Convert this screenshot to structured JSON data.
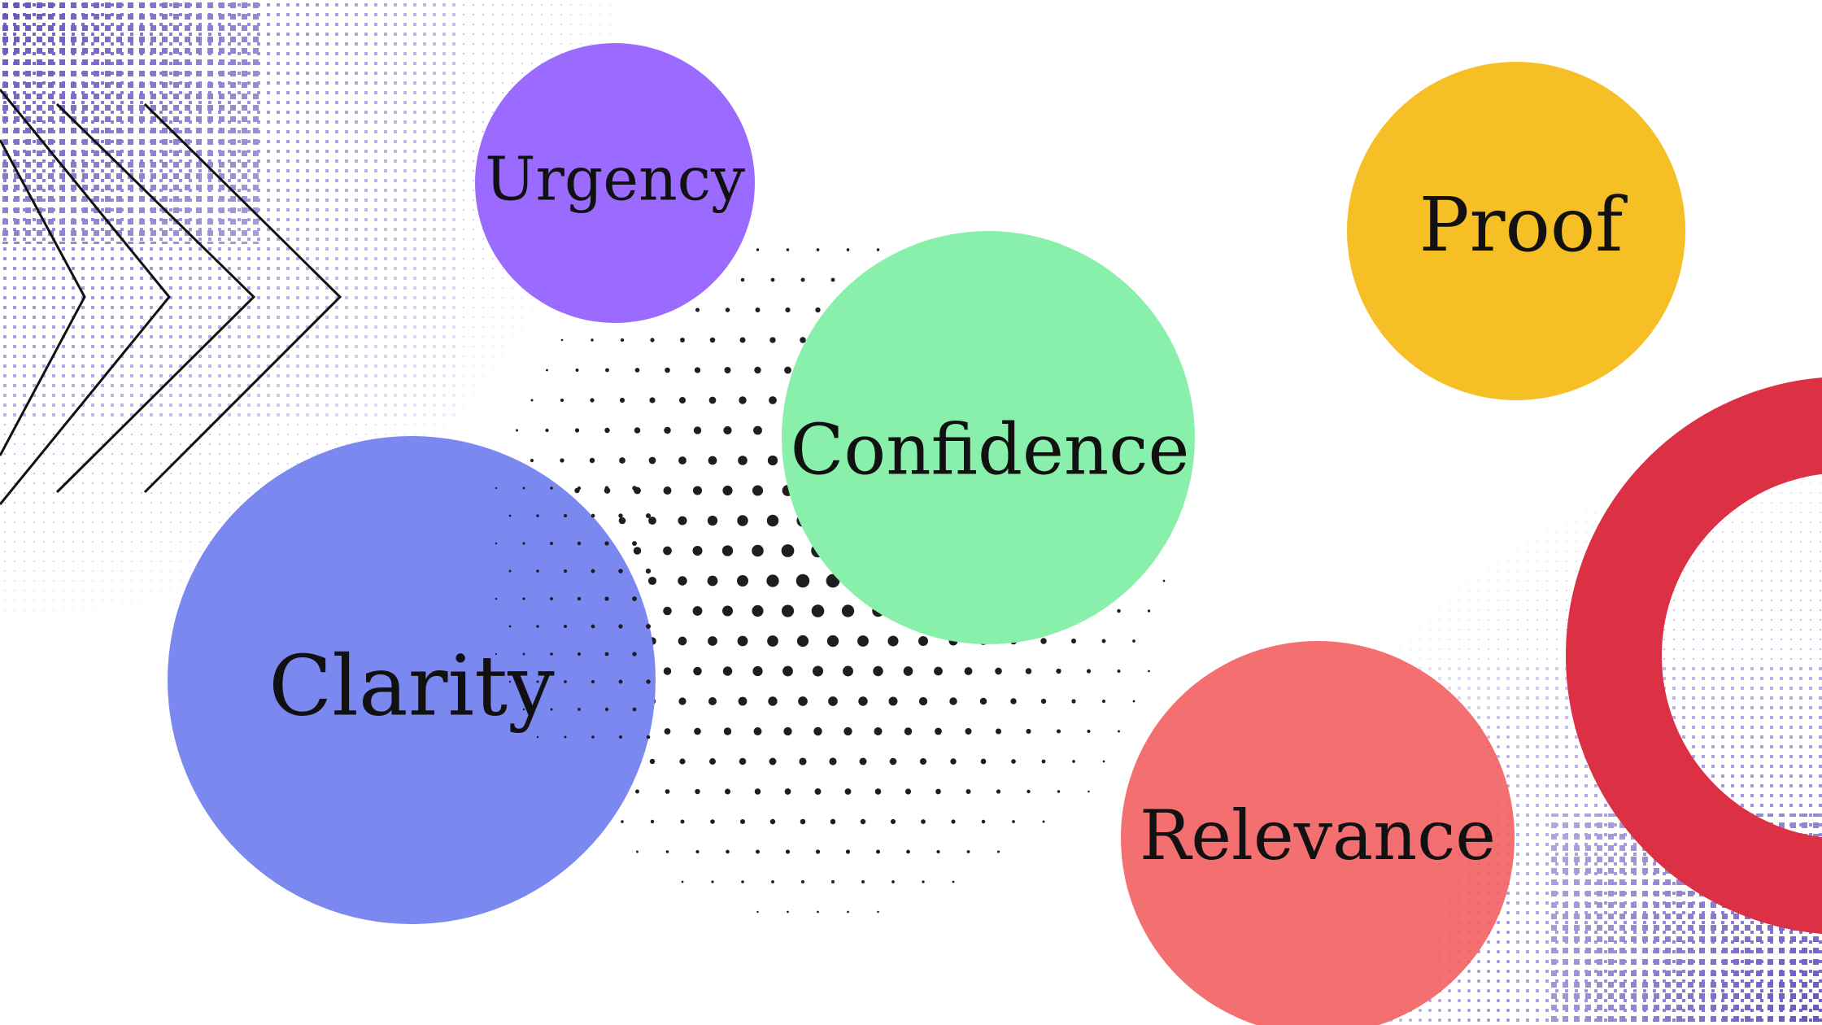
{
  "colors": {
    "background": "#ffffff",
    "halftone_purple": "#6a4fc8",
    "halftone_black": "#1e1e1e",
    "chevron_stroke": "#111111",
    "ring": "#dc3045"
  },
  "bubbles": [
    {
      "id": "urgency",
      "label": "Urgency",
      "color": "#9b6bff"
    },
    {
      "id": "proof",
      "label": "Proof",
      "color": "#f7bf26"
    },
    {
      "id": "confidence",
      "label": "Confidence",
      "color": "#89f0ac"
    },
    {
      "id": "clarity",
      "label": "Clarity",
      "color": "#7b88f0"
    },
    {
      "id": "relevance",
      "label": "Relevance",
      "color": "#f46f70"
    }
  ]
}
